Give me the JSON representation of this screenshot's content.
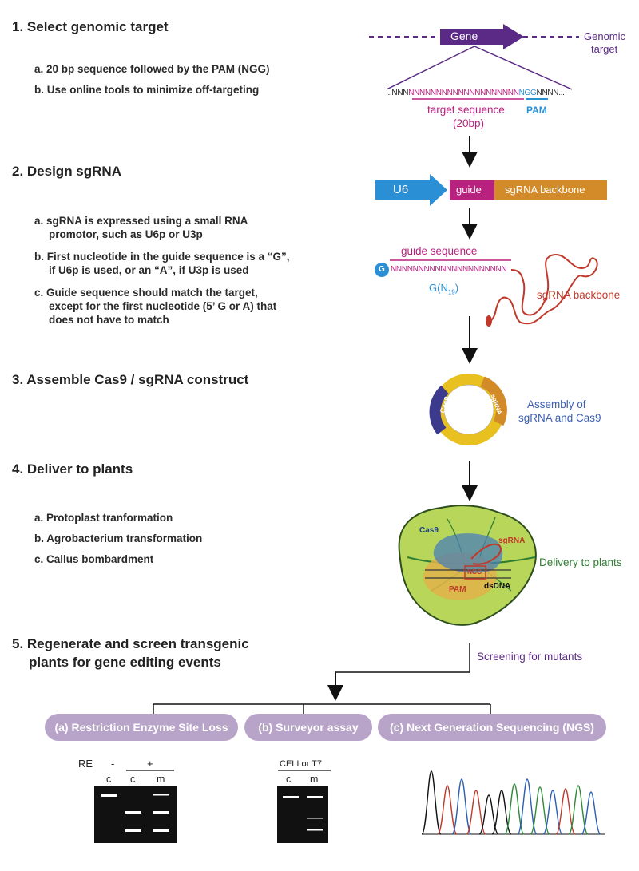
{
  "steps": [
    {
      "title": "1. Select genomic target",
      "items": [
        "a. 20 bp sequence followed by the PAM (NGG)",
        "b. Use online tools to minimize off-targeting"
      ]
    },
    {
      "title": "2. Design sgRNA",
      "items": [
        "a. sgRNA is expressed using a small RNA",
        "promotor, such as U6p or U3p",
        "b. First nucleotide in the guide sequence is a “G”,",
        "if U6p is used, or an “A”, if U3p is used",
        "c. Guide sequence should match the target,",
        "except for the first nucleotide (5’ G or A) that",
        "does not have to match"
      ]
    },
    {
      "title": "3. Assemble Cas9 / sgRNA construct",
      "items": []
    },
    {
      "title": "4. Deliver to plants",
      "items": [
        "a. Protoplast tranformation",
        "b. Agrobacterium transformation",
        "c. Callus bombardment"
      ]
    },
    {
      "title": "5. Regenerate and screen transgenic",
      "title2": "plants for gene editing events",
      "items": []
    }
  ],
  "diagram": {
    "gene": "Gene",
    "genomic_target": [
      "Genomic",
      "target"
    ],
    "seq_left": "...NNN",
    "seq_target": "NNNNNNNNNNNNNNNNNNNN",
    "seq_pam": "NGG",
    "seq_right": "NNNN...",
    "target_sequence": "target sequence",
    "target_bp": "(20bp)",
    "pam": "PAM",
    "u6": "U6",
    "guide": "guide",
    "sgrna_backbone_box": "sgRNA backbone",
    "guide_sequence": "guide sequence",
    "g_circle": "G",
    "guide_seq": "NNNNNNNNNNNNNNNNNNNNN",
    "g_n19_main": "G(N",
    "g_n19_sub": "19",
    "g_n19_close": ")",
    "sgrna_backbone": "sgRNA backbone",
    "plasmid_cas9": "Cas9",
    "plasmid_sgrna": "sgRNA",
    "assembly": [
      "Assembly of",
      "sgRNA and Cas9"
    ],
    "leaf_cas9": "Cas9",
    "leaf_sgrna": "sgRNA",
    "leaf_ngg": "NGG",
    "leaf_pam": "PAM",
    "leaf_dsdna": "dsDNA",
    "delivery": "Delivery to plants",
    "screening": "Screening for mutants"
  },
  "methods": [
    "(a) Restriction Enzyme Site Loss",
    "(b) Surveyor assay",
    "(c) Next Generation Sequencing (NGS)"
  ],
  "gel_a": {
    "re": "RE",
    "minus": "-",
    "plus": "+",
    "lanes": [
      "c",
      "c",
      "m"
    ]
  },
  "gel_b": {
    "enzyme": "CELI or T7",
    "lanes": [
      "c",
      "m"
    ]
  },
  "colors": {
    "purple": "#5b2a86",
    "magenta": "#b8217e",
    "blue": "#2b8fd6",
    "orange": "#d38b2a",
    "red": "#c0392b",
    "green": "#2e7d32",
    "pill": "#b9a4c9"
  }
}
